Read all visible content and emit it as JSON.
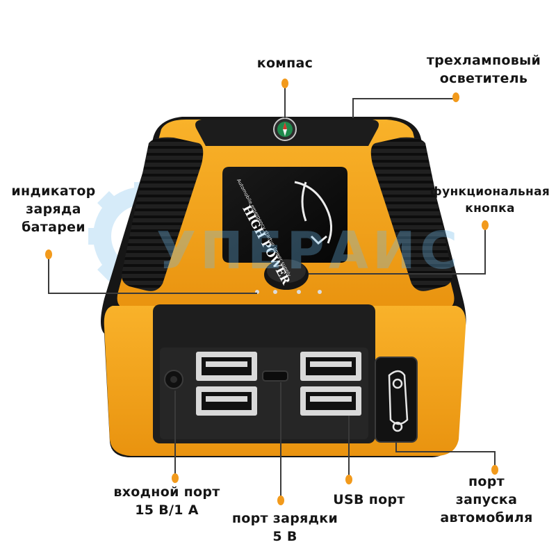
{
  "product": {
    "brand": "HIGH POWER",
    "tagline": "Automobile emergency startup power supply"
  },
  "watermark": "УПЕРАИС",
  "labels": {
    "compass": "компас",
    "flashlight": "трехламповый\nосветитель",
    "battery_indicator": "индикатор\nзаряда\nбатареи",
    "function_button": "функциональная\nкнопка",
    "input_port": "входной порт\n15 В/1 А",
    "charging_port": "порт зарядки\n5 В",
    "usb_port": "USB порт",
    "car_start_port": "порт\nзапуска\nавтомобиля"
  },
  "colors": {
    "body_orange": "#f6a519",
    "body_black": "#1c1c1c",
    "accent_dot": "#f29a1c",
    "leader_line": "#3a3a3a",
    "watermark": "#6eb9eb"
  },
  "icons": {
    "compass": "compass-icon",
    "car": "car-icon",
    "gear": "gear-watermark-icon"
  }
}
